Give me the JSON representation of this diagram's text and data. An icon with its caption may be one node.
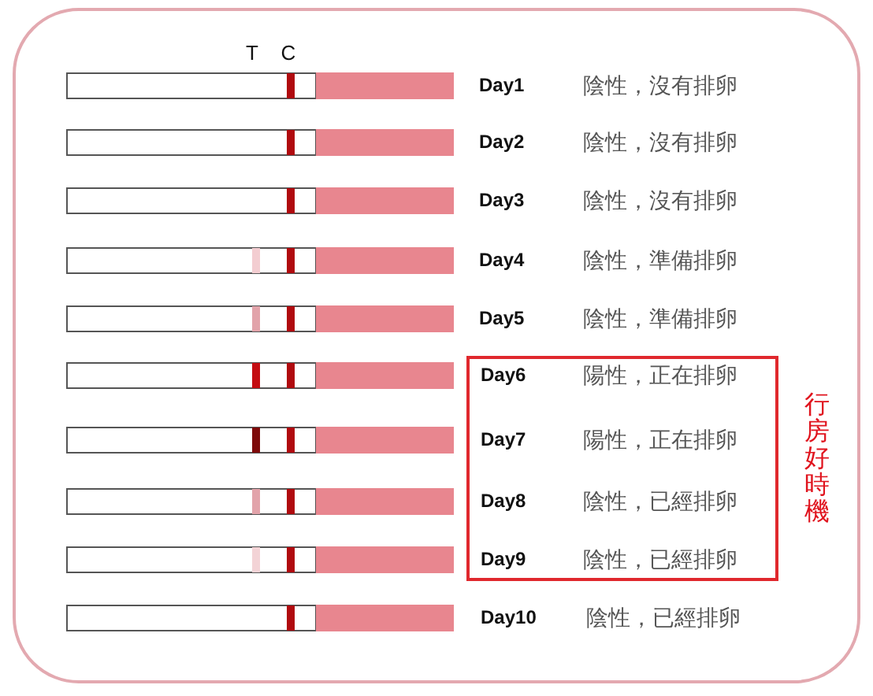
{
  "diagram": {
    "nodes": [
      {
        "text": [
          "Day6",
          "陽性，正在排卵",
          "Day7",
          "陽性，正在排卵",
          "Day8",
          "陰性，已經排卵",
          "Day9",
          "陰性，已經排卵"
        ],
        "beside": [
          "行房好時機"
        ]
      }
    ],
    "labels": [
      "T",
      "C",
      "Day1",
      "陰性，沒有排卵",
      "Day2",
      "陰性，沒有排卵",
      "Day3",
      "陰性，沒有排卵",
      "Day4",
      "陰性，準備排卵",
      "Day5",
      "陰性，準備排卵",
      "Day10",
      "陰性，已經排卵"
    ]
  }
}
